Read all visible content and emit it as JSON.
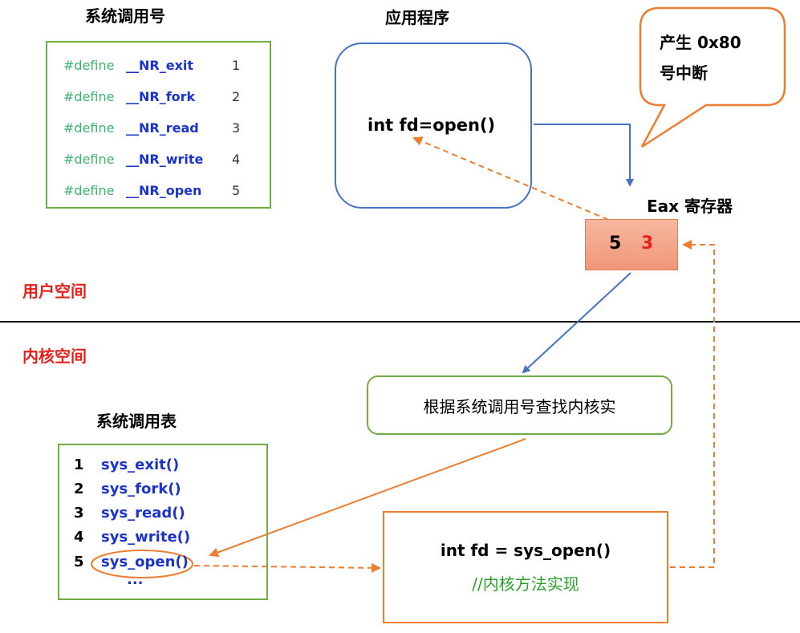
{
  "titles": {
    "syscall_numbers": "系统调用号",
    "application": "应用程序",
    "eax": "Eax 寄存器",
    "syscall_table": "系统调用表"
  },
  "zones": {
    "user_space": "用户空间",
    "kernel_space": "内核空间"
  },
  "defines": [
    {
      "keyword": "#define",
      "name": "__NR_exit",
      "num": "1"
    },
    {
      "keyword": "#define",
      "name": "__NR_fork",
      "num": "2"
    },
    {
      "keyword": "#define",
      "name": "__NR_read",
      "num": "3"
    },
    {
      "keyword": "#define",
      "name": "__NR_write",
      "num": "4"
    },
    {
      "keyword": "#define",
      "name": "__NR_open",
      "num": "5"
    }
  ],
  "app_code": "int fd=open()",
  "bubble": {
    "line1": "产生 0x80",
    "line2": "号中断"
  },
  "eax_values": {
    "syscall_no": "5",
    "return_value": "3"
  },
  "lookup_text": "根据系统调用号查找内核实",
  "syscall_table": [
    {
      "num": "1",
      "fn": "sys_exit()"
    },
    {
      "num": "2",
      "fn": "sys_fork()"
    },
    {
      "num": "3",
      "fn": "sys_read()"
    },
    {
      "num": "4",
      "fn": "sys_write()"
    },
    {
      "num": "5",
      "fn": "sys_open()"
    }
  ],
  "syscall_table_more": "...",
  "impl": {
    "code": "int fd = sys_open()",
    "comment": "//内核方法实现"
  },
  "colors": {
    "blue": "#4472c4",
    "orange": "#ed7d31",
    "green": "#70ad47",
    "red": "#e8201c"
  }
}
